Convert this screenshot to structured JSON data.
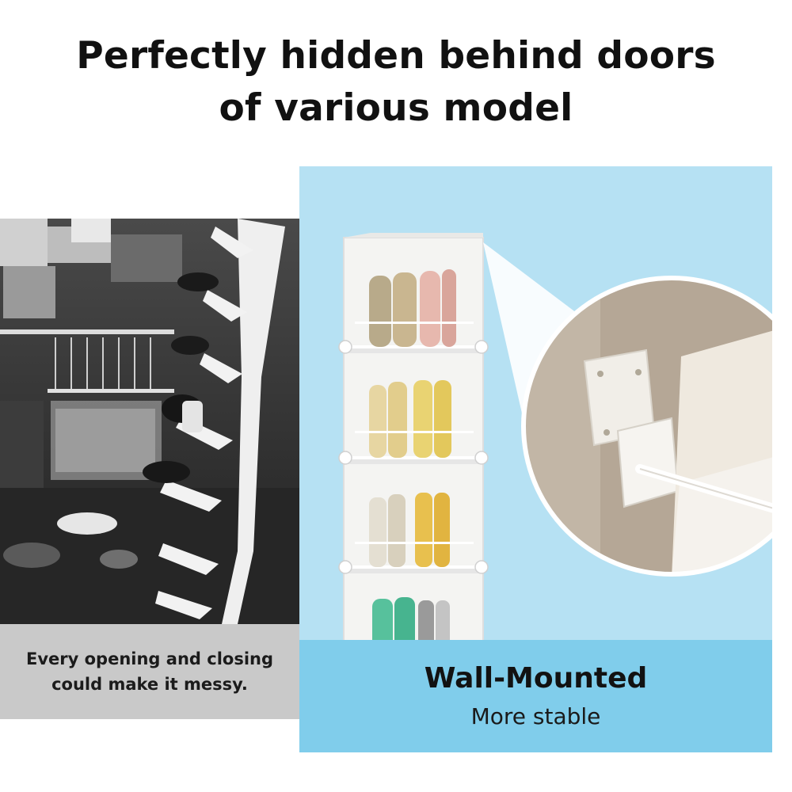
{
  "headline": {
    "line1": "Perfectly hidden behind doors",
    "line2": "of various model"
  },
  "left_panel": {
    "caption_line1": "Every opening and closing",
    "caption_line2": "could make it messy.",
    "image_subject": "messy-closet-with-hanging-shoe-rack-photo"
  },
  "right_panel": {
    "title": "Wall-Mounted",
    "subtitle": "More stable",
    "image_subject": "white-shoe-cabinet-with-wall-bracket-detail"
  },
  "colors": {
    "headline_text": "#111111",
    "left_caption_bg": "#c9c9c9",
    "right_panel_bg": "#b6e1f3",
    "right_caption_bg": "#80cdeb",
    "cabinet_white": "#f4f4f2",
    "zoom_wall": "#b5a796"
  }
}
